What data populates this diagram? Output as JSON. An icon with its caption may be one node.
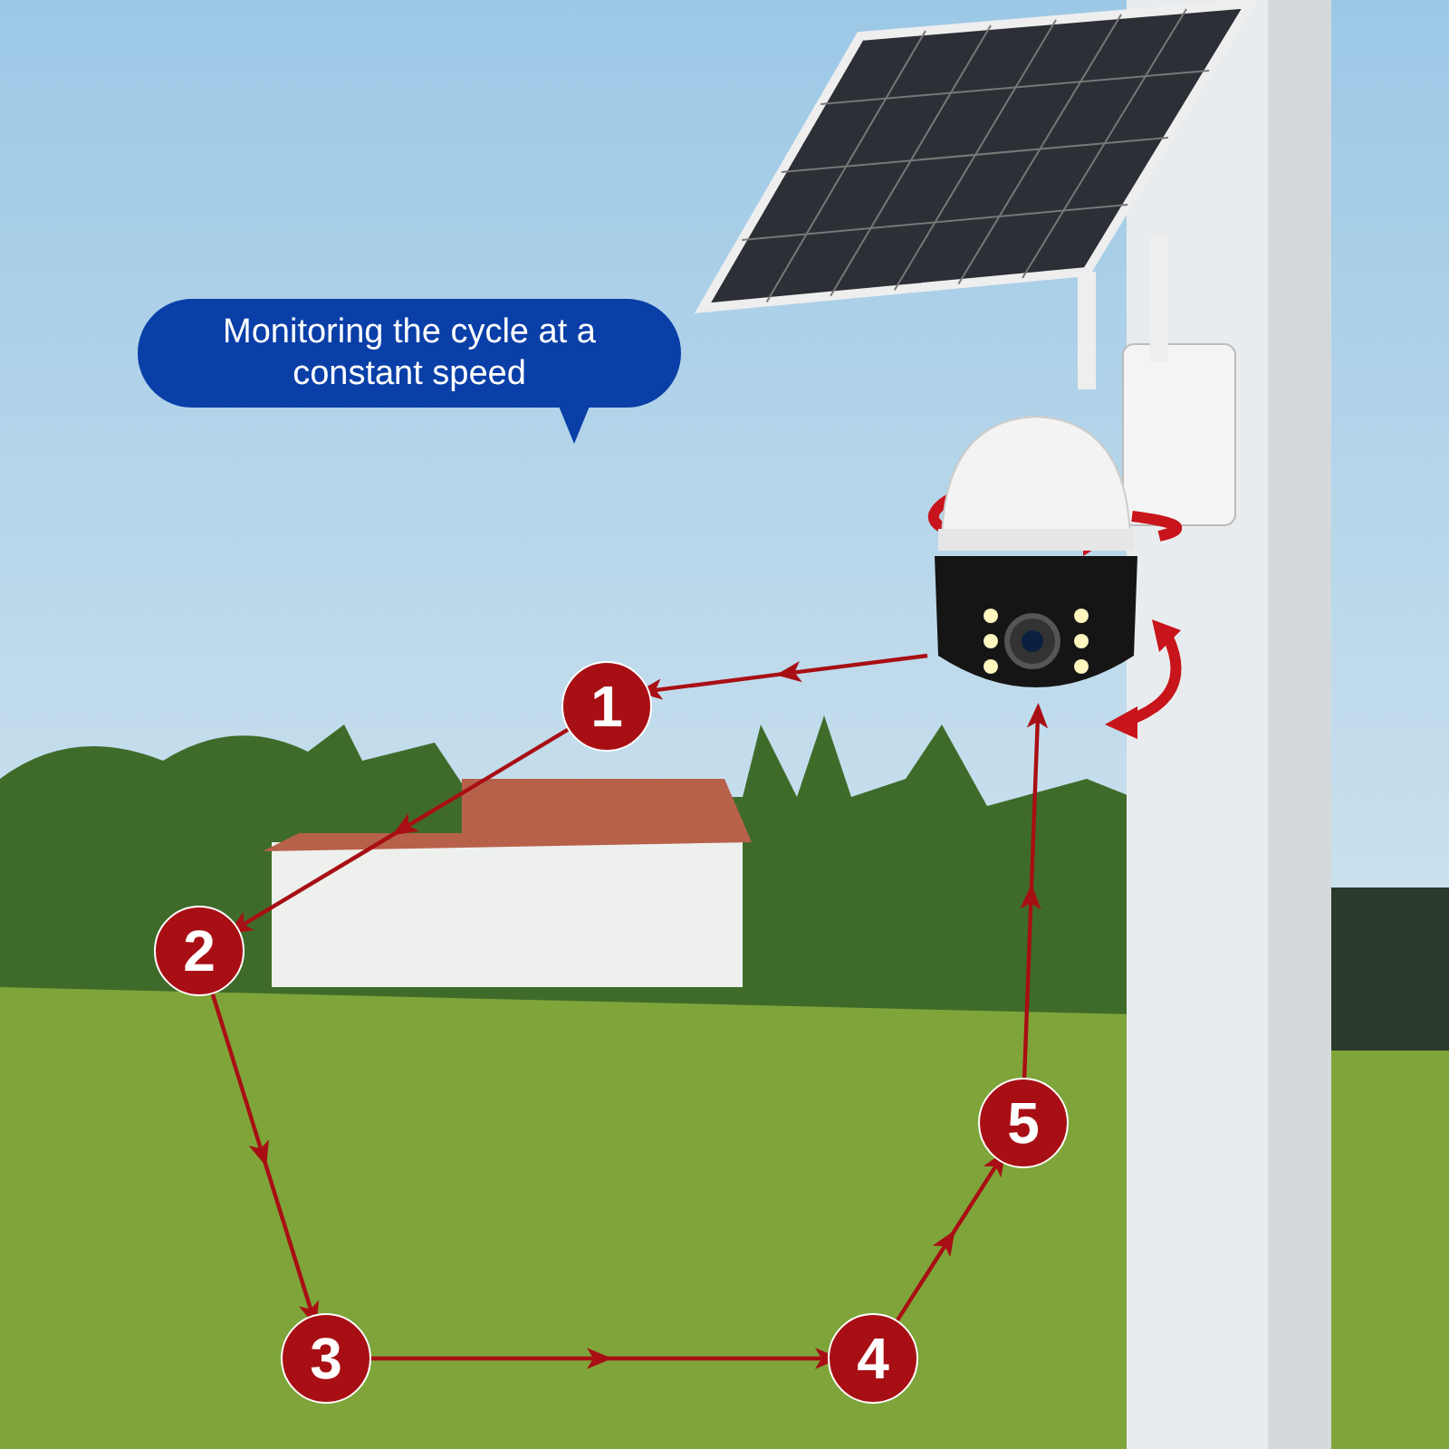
{
  "diagram": {
    "nodes": [
      {
        "text": [
          "Monitoring the cycle at a constant speed"
        ]
      },
      {
        "text": [],
        "shape": "picture"
      },
      {
        "text": [
          "1"
        ]
      },
      {
        "text": [
          "2"
        ]
      },
      {
        "text": [
          "3"
        ]
      },
      {
        "text": [
          "4"
        ]
      },
      {
        "text": [
          "5"
        ]
      }
    ],
    "edges": [
      {
        "from": 1,
        "to": 2,
        "arrow": "to"
      },
      {
        "from": 2,
        "to": 3,
        "arrow": "to"
      },
      {
        "from": 3,
        "to": 4,
        "arrow": "to"
      },
      {
        "from": 4,
        "to": 5,
        "arrow": "to"
      },
      {
        "from": 5,
        "to": 6,
        "arrow": "to"
      },
      {
        "from": 6,
        "to": 1,
        "arrow": "to"
      }
    ]
  }
}
